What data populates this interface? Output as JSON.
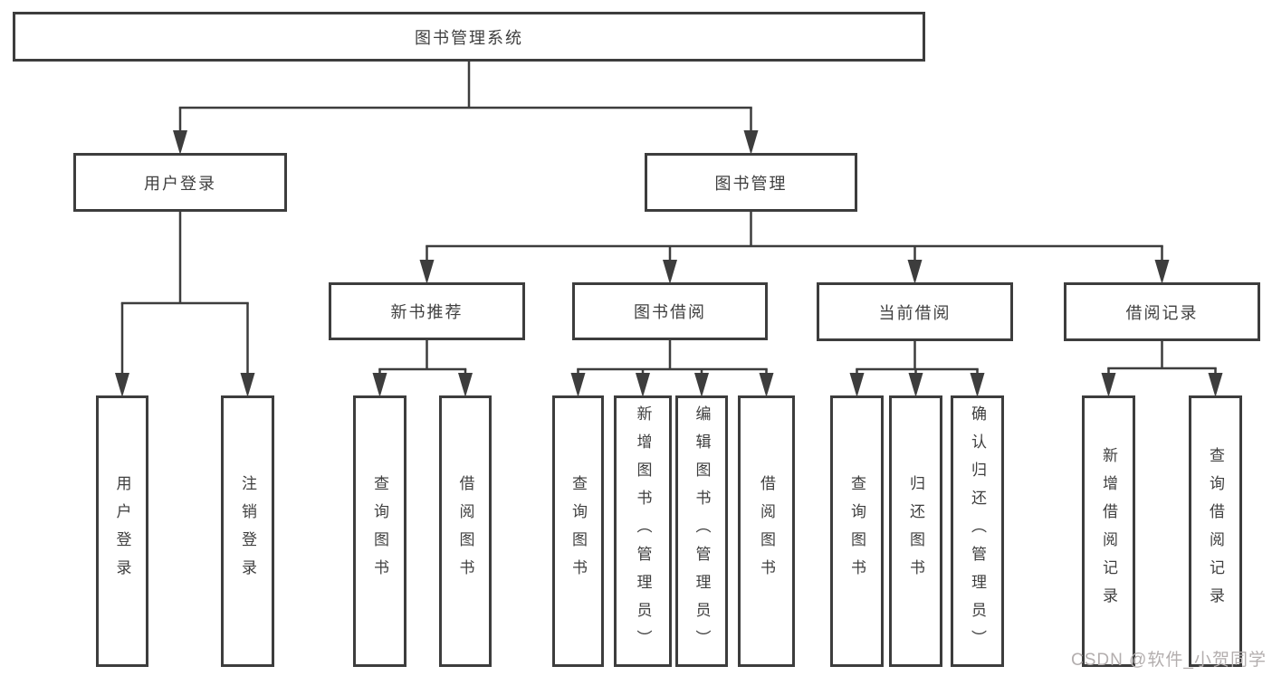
{
  "tree": {
    "label": "图书管理系统",
    "children": [
      {
        "label": "用户登录",
        "children": [
          {
            "label": "用户登录"
          },
          {
            "label": "注销登录"
          }
        ]
      },
      {
        "label": "图书管理",
        "children": [
          {
            "label": "新书推荐",
            "children": [
              {
                "label": "查询图书"
              },
              {
                "label": "借阅图书"
              }
            ]
          },
          {
            "label": "图书借阅",
            "children": [
              {
                "label": "查询图书"
              },
              {
                "label": "新增图书（管理员）"
              },
              {
                "label": "编辑图书（管理员）"
              },
              {
                "label": "借阅图书"
              }
            ]
          },
          {
            "label": "当前借阅",
            "children": [
              {
                "label": "查询图书"
              },
              {
                "label": "归还图书"
              },
              {
                "label": "确认归还（管理员）"
              }
            ]
          },
          {
            "label": "借阅记录",
            "children": [
              {
                "label": "新增借阅记录"
              },
              {
                "label": "查询借阅记录"
              }
            ]
          }
        ]
      }
    ]
  },
  "watermark": "CSDN @软件_小贺同学",
  "colors": {
    "line": "#3d3d3d",
    "text": "#3f3f3f",
    "background": "#ffffff",
    "watermark": "#b3aeae"
  }
}
